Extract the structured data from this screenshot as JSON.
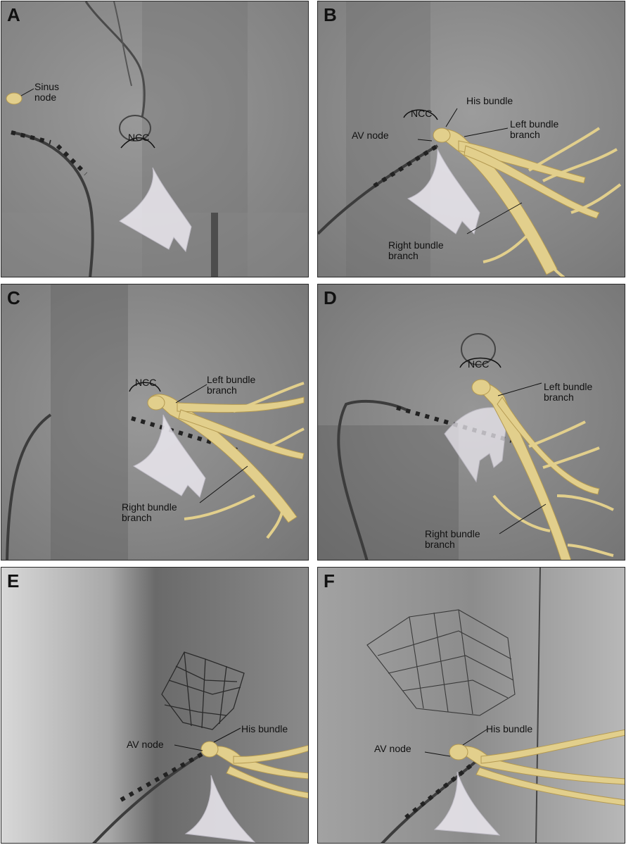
{
  "panels": [
    {
      "letter": "A",
      "labels": {
        "sinus": "Sinus\nnode",
        "ncc": "NCC"
      }
    },
    {
      "letter": "B",
      "labels": {
        "ncc": "NCC",
        "his": "His bundle",
        "av": "AV node",
        "lbb": "Left bundle\nbranch",
        "rbb": "Right bundle\nbranch"
      }
    },
    {
      "letter": "C",
      "labels": {
        "ncc": "NCC",
        "lbb": "Left bundle\nbranch",
        "rbb": "Right bundle\nbranch"
      }
    },
    {
      "letter": "D",
      "labels": {
        "ncc": "NCC",
        "lbb": "Left bundle\nbranch",
        "rbb": "Right bundle\nbranch"
      }
    },
    {
      "letter": "E",
      "labels": {
        "his": "His bundle",
        "av": "AV node"
      }
    },
    {
      "letter": "F",
      "labels": {
        "his": "His bundle",
        "av": "AV node"
      }
    }
  ],
  "colors": {
    "conduction": "#e2cf8c",
    "conduction_edge": "#b49a52",
    "valve": "#ece9f0",
    "fluoro_bg": "#8c8c8c"
  }
}
